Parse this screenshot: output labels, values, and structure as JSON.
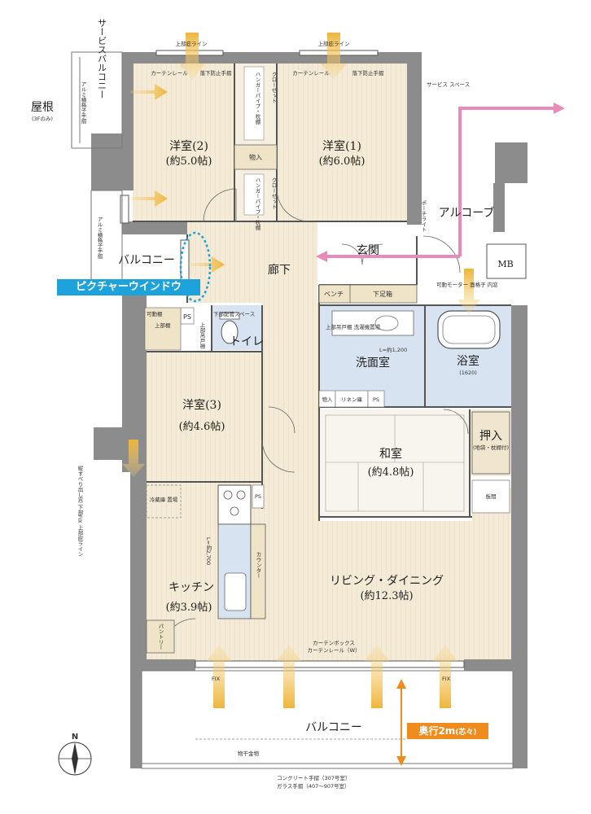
{
  "rooms": {
    "western2": {
      "name": "洋室(2)",
      "size": "(約5.0帖)"
    },
    "western1": {
      "name": "洋室(1)",
      "size": "(約6.0帖)"
    },
    "western3": {
      "name": "洋室(3)",
      "size": "(約4.6帖)"
    },
    "alcove": {
      "name": "アルコーブ"
    },
    "entrance": {
      "name": "玄関"
    },
    "corridor": {
      "name": "廊下"
    },
    "balcony_small": {
      "name": "バルコニー"
    },
    "toilet": {
      "name": "トイレ"
    },
    "washroom": {
      "name": "洗面室"
    },
    "bath": {
      "name": "浴室",
      "size": "(1620)"
    },
    "japanese": {
      "name": "和室",
      "size": "(約4.8帖)"
    },
    "oshiire": {
      "name": "押入",
      "note": "(地袋・枕棚付)"
    },
    "kitchen": {
      "name": "キッチン",
      "size": "(約3.9帖)"
    },
    "living": {
      "name": "リビング・ダイニング",
      "size": "(約12.3帖)"
    },
    "balcony_main": {
      "name": "バルコニー"
    },
    "roof": {
      "name": "屋根",
      "note": "(3Fのみ)"
    },
    "service_balcony": {
      "name": "サービスバルコニー"
    },
    "mb": {
      "name": "MB"
    }
  },
  "labels": {
    "upper_window_line": "上部庇ライン",
    "curtain_rail": "カーテンレール",
    "fall_guard": "落下防止手摺",
    "closet": "クローゼット",
    "hanger_pipe_shelf": "ハンガーパイプ・枕棚",
    "storage": "物入",
    "service_space": "サービス スペース",
    "aluminum_rail": "アルミ横格子手摺",
    "bench": "ベンチ",
    "shoe_box": "下足箱",
    "movable_shelf": "可動棚",
    "upper_cabinet": "上部棚",
    "pipe_space": "PS",
    "lower_pipe_space": "下部配管スペース",
    "upper_door_storage": "上部吊戸棚",
    "laundry_space": "上部吊戸棚 洗濯機置場",
    "counter_length": "L=約1,200",
    "linen": "リネン庫",
    "fridge": "冷蔵庫 置場",
    "kitchen_length": "L=約2,700",
    "counter": "カウンター",
    "pantry": "パントリー",
    "curtain_box": "カーテンボックス",
    "curtain_rail_w": "カーテンレール（W）",
    "fix": "FIX",
    "board_floor": "板間",
    "clothes_hardware": "物干金物",
    "railing_note1": "コンクリート手摺（307号室）",
    "railing_note2": "ガラス手摺（407～907号室）",
    "depth": "奥行2m",
    "depth_note": "(芯々)",
    "picture_window": "ピクチャーウインドウ",
    "entrance_storage": "可動モーター 面格子 内窓",
    "north": "N",
    "slide_window": "縦すべり出し窓 下部FIX 上部庇ライン",
    "alcove_light": "ポーチライト"
  },
  "colors": {
    "wall": "#8c8c8c",
    "floor_wood": "#f3ead7",
    "floor_entrance": "#ffffff",
    "wet_area": "#d7e3f1",
    "pink_route": "#e88bb8",
    "picture_window": "#1ea2dc",
    "depth_badge": "#f08c1e",
    "light_arrow": "#f2c45a",
    "wind_arrow": "#6a86c4"
  }
}
